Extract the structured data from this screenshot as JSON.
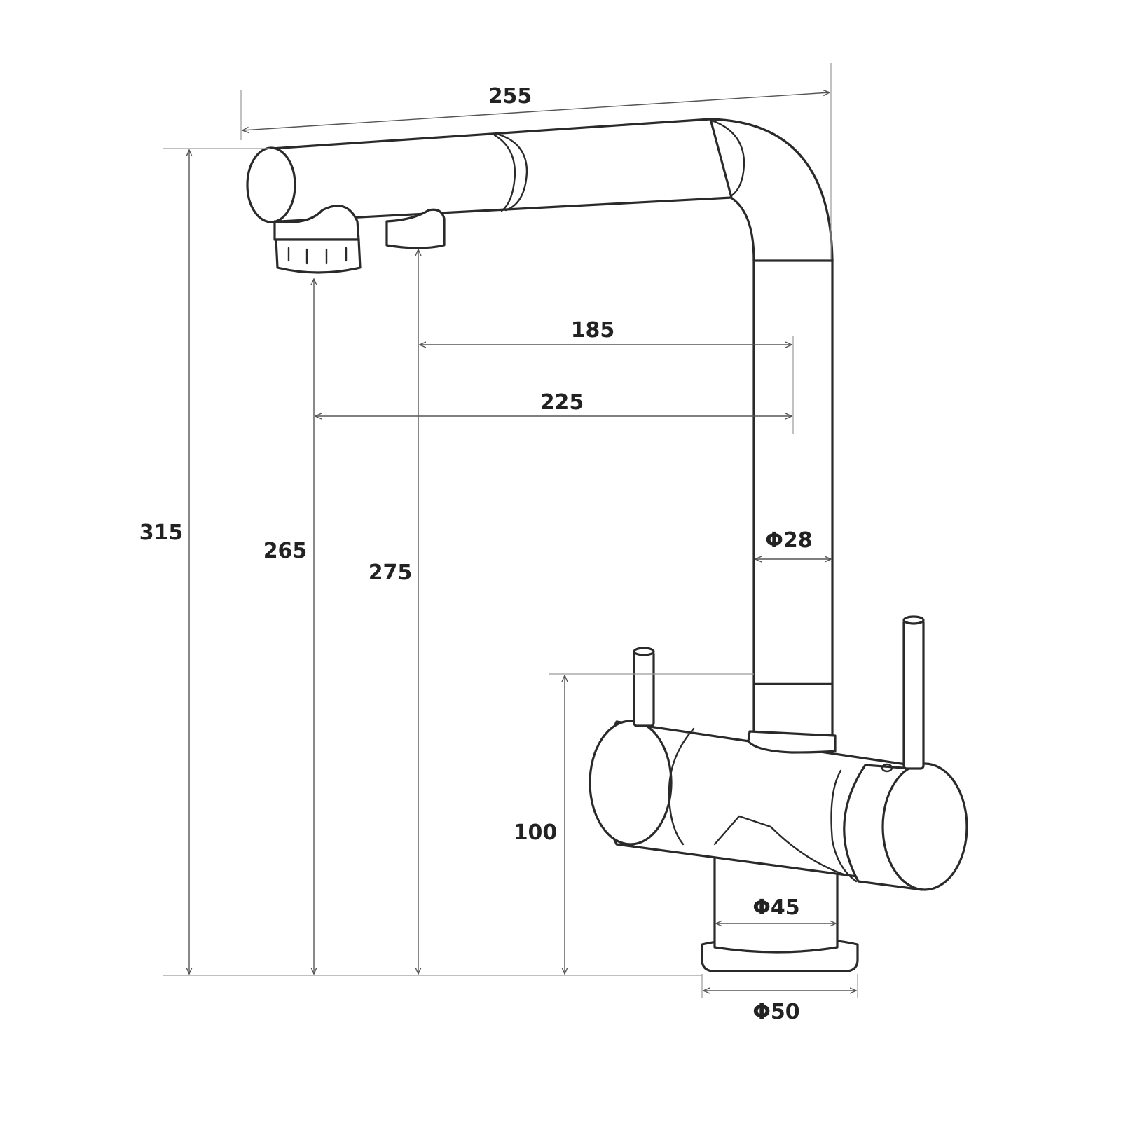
{
  "dimensions": {
    "top_length": "255",
    "total_height": "315",
    "spout_height_1": "265",
    "spout_height_2": "275",
    "reach_1": "185",
    "reach_2": "225",
    "body_height": "100",
    "column_diameter": "Φ28",
    "base_diameter": "Φ45",
    "flange_diameter": "Φ50"
  },
  "colors": {
    "line": "#2a2a2a",
    "dimension_line": "#555555",
    "background": "#ffffff"
  }
}
